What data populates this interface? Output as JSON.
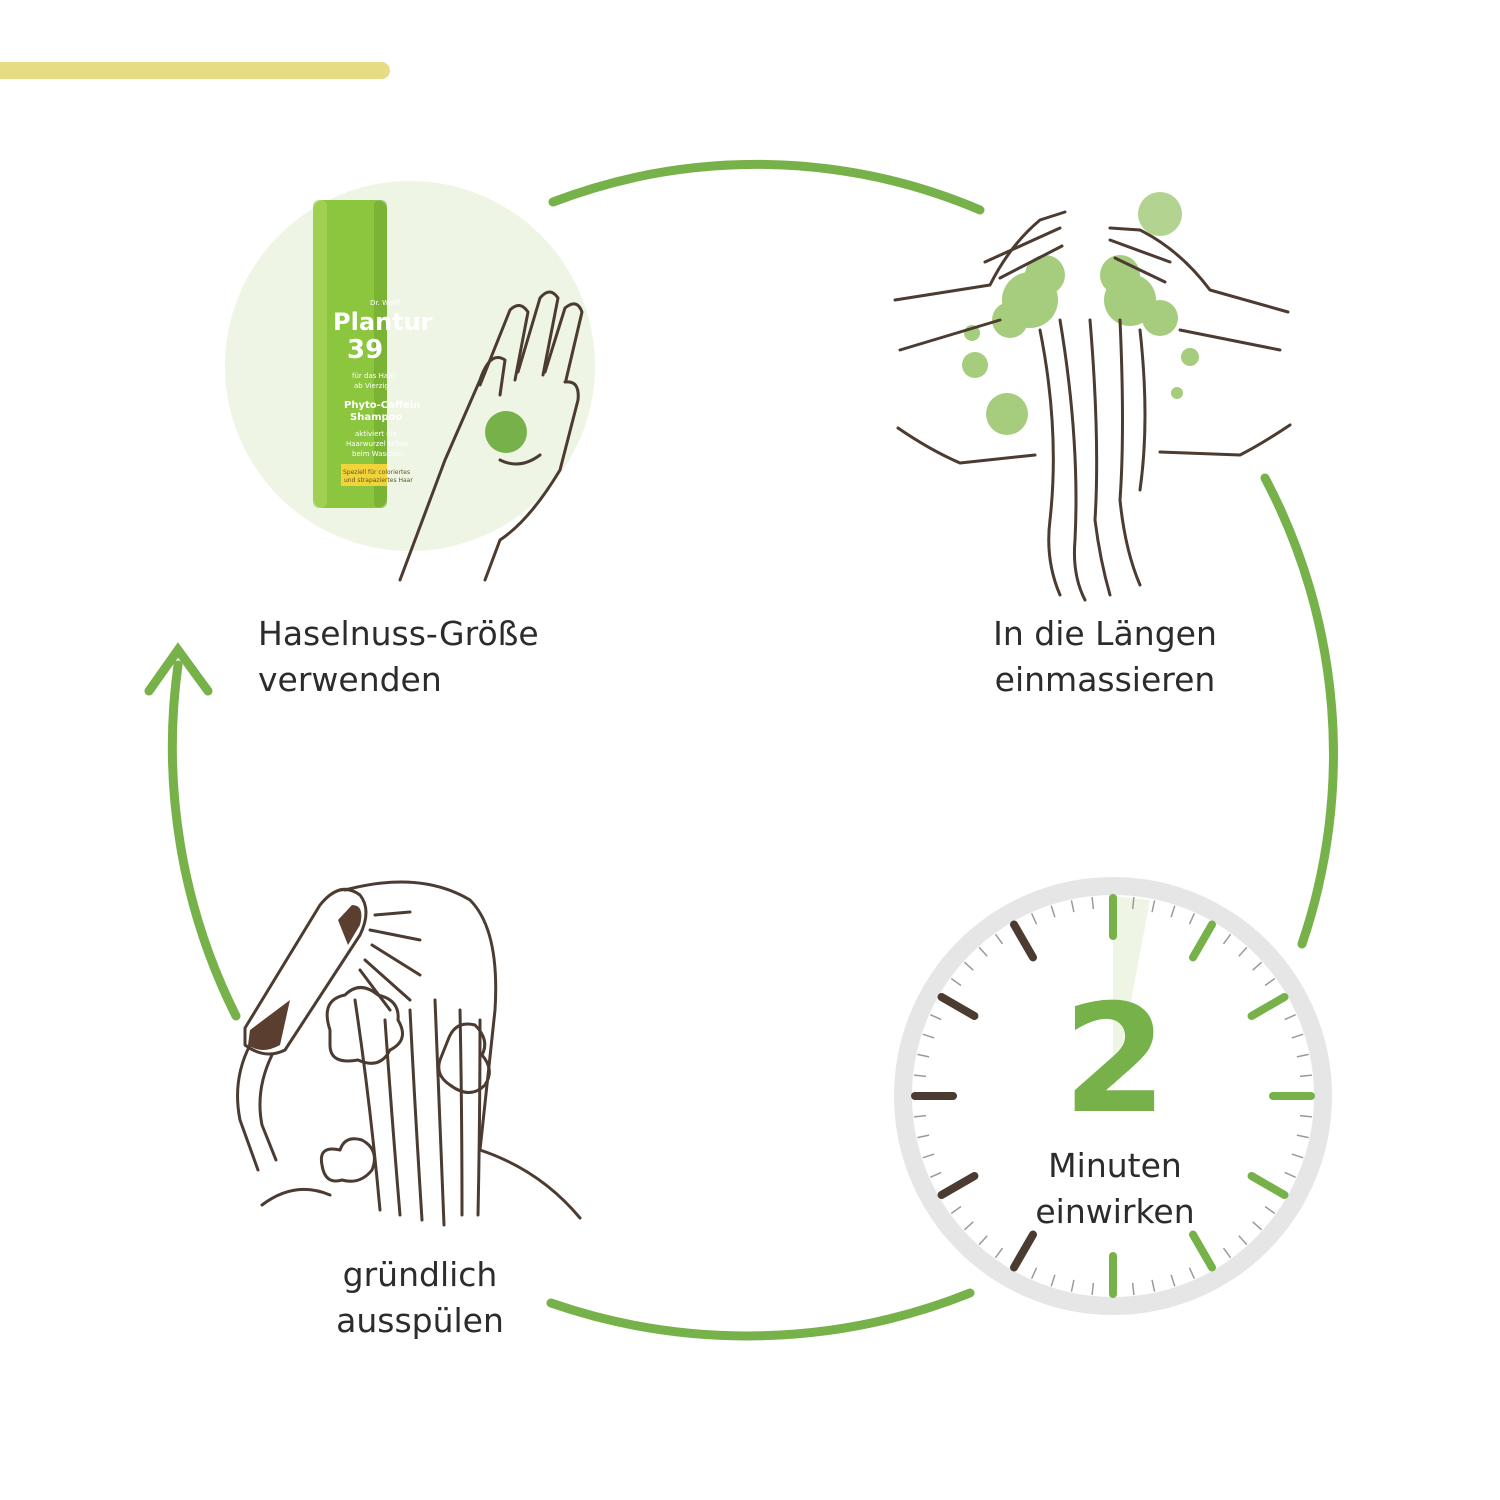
{
  "colors": {
    "accent_green": "#77b14a",
    "light_green_bg": "#eef5e4",
    "foam_green": "#a6cc7e",
    "line_brown": "#4b3b30",
    "top_bar_yellow": "#e6dc84",
    "clock_ring": "#e6e6e6"
  },
  "steps": [
    {
      "id": "step1",
      "line1": "Haselnuss-Größe",
      "line2": "verwenden",
      "icon": "hand-with-shampoo-icon"
    },
    {
      "id": "step2",
      "line1": "In die Längen",
      "line2": "einmassieren",
      "icon": "hands-massaging-hair-icon"
    },
    {
      "id": "step3",
      "line1": "Minuten",
      "line2": "einwirken",
      "icon": "clock-timer-icon",
      "timer_value": "2"
    },
    {
      "id": "step4",
      "line1": "gründlich",
      "line2": "ausspülen",
      "icon": "shower-rinse-icon"
    }
  ],
  "bottle": {
    "brand_small": "Dr. Wolff",
    "brand": "Plantur",
    "number": "39",
    "sub1": "für das Haar",
    "sub2": "ab Vierzig",
    "product1": "Phyto-Coffein",
    "product2": "Shampoo",
    "desc1": "aktiviert die",
    "desc2": "Haarwurzel schon",
    "desc3": "beim Waschen",
    "special1": "Speziell für coloriertes",
    "special2": "und strapaziertes Haar"
  }
}
